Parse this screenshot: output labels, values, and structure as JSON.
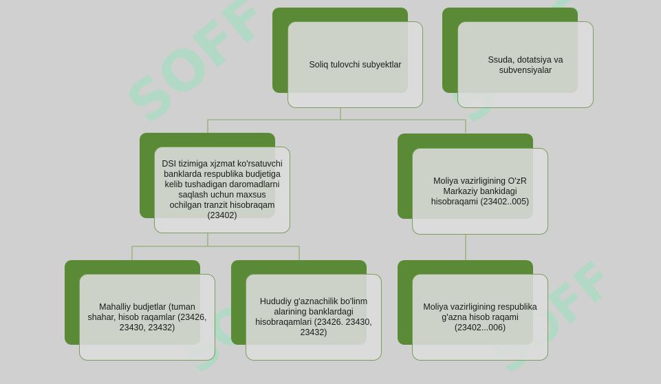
{
  "nodes": {
    "root": "Soliq tulovchi subyektlar",
    "side": "Ssuda, dotatsiya va subvensiyalar",
    "transit": "DSI tizimiga xjzmat ko'rsatuvchi banklarda respublika budjetiga kelib tushadigan daromadlarni saqlash uchun maxsus ochilgan tranzit hisobraqam (23402)",
    "ministry_cb": "Moliya vazirligining O'zR Markaziy bankidagi hisobraqami (23402..005)",
    "local": "Mahalliy budjetlar (tuman shahar, hisob raqamlar (23426, 23430, 23432)",
    "regional": "Hududiy g'aznachilik bo'linm alarining banklardagi hisobraqamlari (23426. 23430, 23432)",
    "ministry_treasury": "Moliya vazirligining respublika g'azna hisob raqami (23402...006)"
  },
  "watermark": "SOFF",
  "colors": {
    "back_box": "#5a8a36",
    "front_border": "#78a05a",
    "connector": "#8fae74",
    "background": "#d0d0d0"
  }
}
